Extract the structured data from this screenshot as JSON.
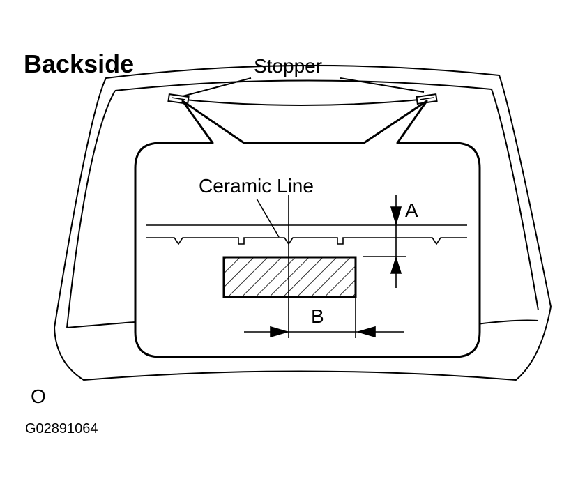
{
  "diagram": {
    "title": "Backside",
    "labels": {
      "stopper": "Stopper",
      "ceramic_line": "Ceramic Line",
      "dim_a": "A",
      "dim_b": "B",
      "front_marker": "O"
    },
    "figure_code": "G02891064",
    "colors": {
      "ink": "#000000",
      "paper": "#ffffff"
    }
  }
}
